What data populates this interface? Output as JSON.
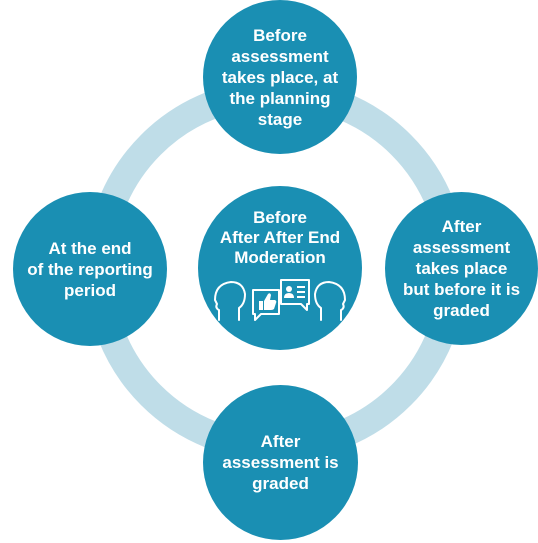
{
  "colors": {
    "ring": "#bfdde8",
    "node_fill": "#1a8fb3",
    "text": "#ffffff"
  },
  "diagram": {
    "type": "cycle",
    "nodes": {
      "top": "Before\nassessment\ntakes place, at\nthe planning\nstage",
      "right": "After\nassessment\ntakes place\nbut before it is\ngraded",
      "bottom": "After\nassessment is\ngraded",
      "left": "At the end\nof the reporting\nperiod"
    },
    "center": {
      "text": "Before\nAfter After End\nModeration",
      "icon": "discussion-icon"
    }
  }
}
